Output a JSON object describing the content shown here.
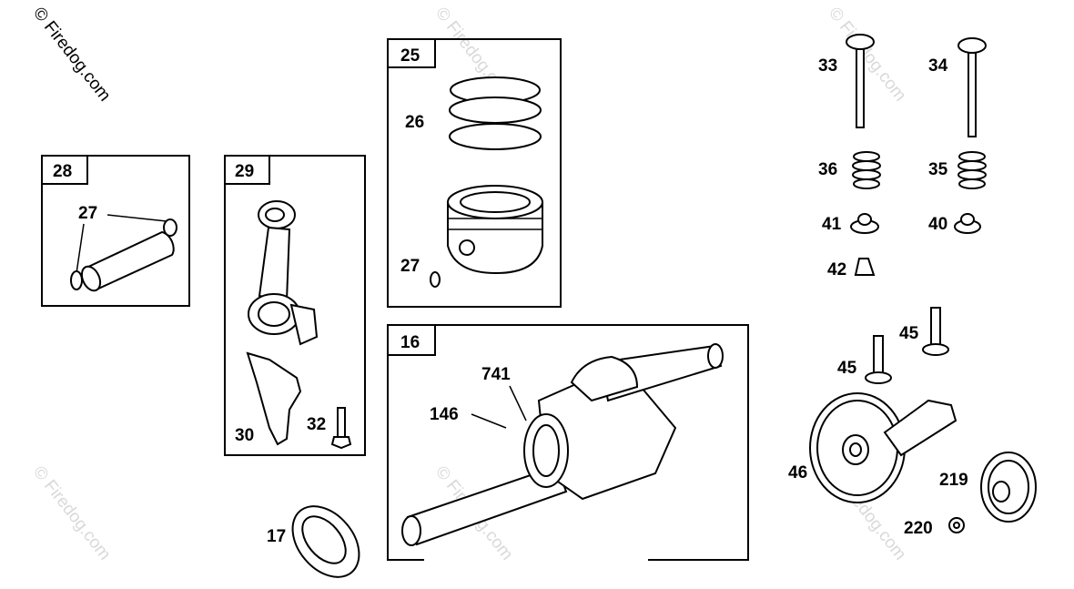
{
  "watermark": {
    "text": "© Firedog.com"
  },
  "boxes": {
    "b28": "28",
    "b29": "29",
    "b25": "25",
    "b16": "16"
  },
  "callouts": {
    "c27a": "27",
    "c27b": "27",
    "c26": "26",
    "c30": "30",
    "c32": "32",
    "c17": "17",
    "c741": "741",
    "c146": "146",
    "c33": "33",
    "c34": "34",
    "c36": "36",
    "c35": "35",
    "c41": "41",
    "c40": "40",
    "c42": "42",
    "c45a": "45",
    "c45b": "45",
    "c46": "46",
    "c219": "219",
    "c220": "220"
  }
}
